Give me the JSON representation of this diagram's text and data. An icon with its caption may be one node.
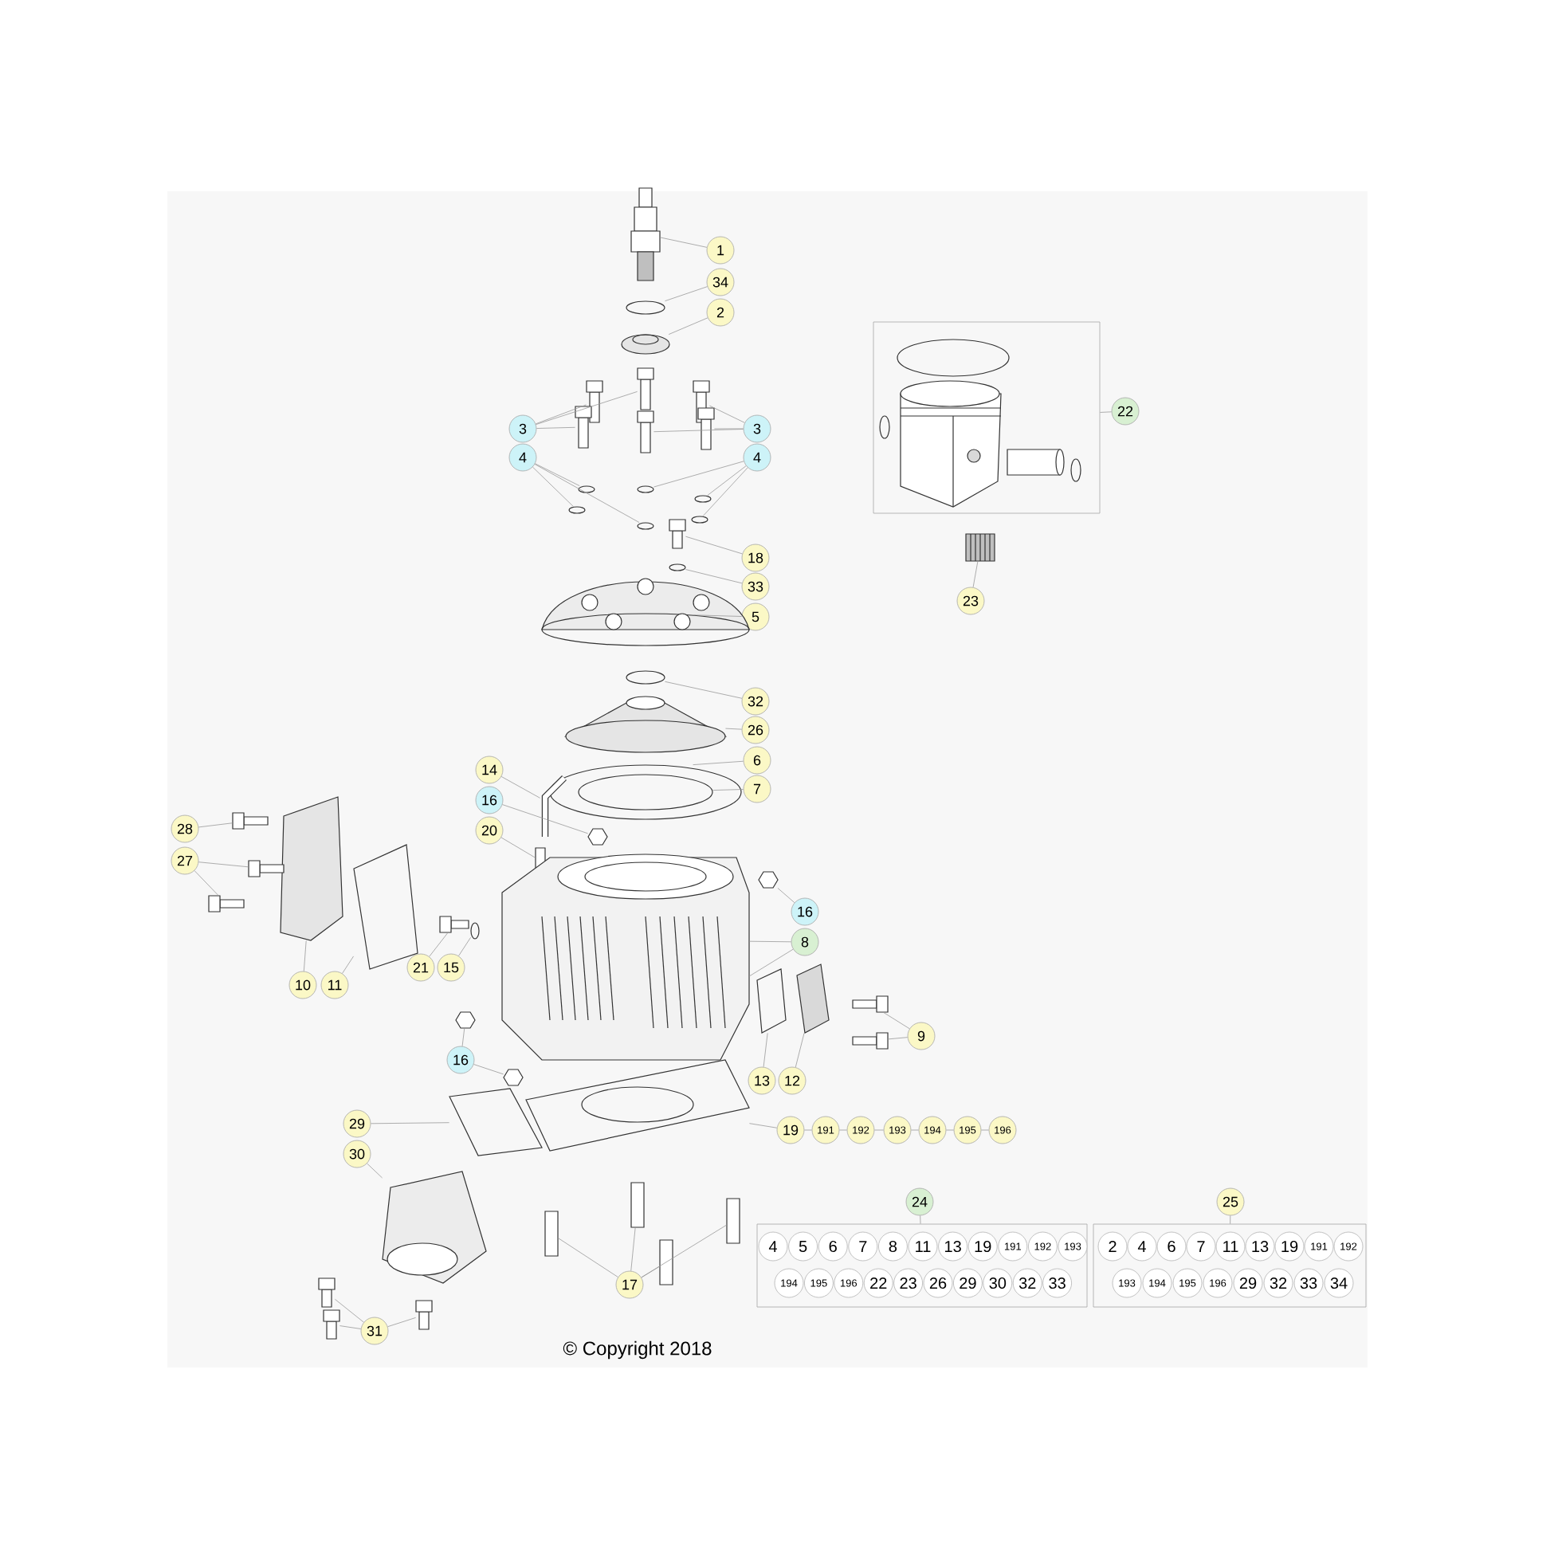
{
  "diagram": {
    "nodes": [
      {
        "text": [
          "1"
        ]
      },
      {
        "text": [
          "34"
        ]
      },
      {
        "text": [
          "2"
        ]
      },
      {
        "text": [],
        "shape": "box"
      },
      {
        "text": [
          "22"
        ]
      },
      {
        "text": [
          "3"
        ]
      },
      {
        "text": [
          "3"
        ]
      },
      {
        "text": [
          "4"
        ]
      },
      {
        "text": [
          "4"
        ]
      },
      {
        "text": [
          "18"
        ]
      },
      {
        "text": [
          "33"
        ]
      },
      {
        "text": [
          "23"
        ]
      },
      {
        "text": [
          "5"
        ]
      },
      {
        "text": [
          "32"
        ]
      },
      {
        "text": [
          "26"
        ]
      },
      {
        "text": [
          "6"
        ]
      },
      {
        "text": [
          "14"
        ]
      },
      {
        "text": [
          "7"
        ]
      },
      {
        "text": [
          "16"
        ]
      },
      {
        "text": [
          "28"
        ]
      },
      {
        "text": [
          "20"
        ]
      },
      {
        "text": [
          "27"
        ]
      },
      {
        "text": [
          "16"
        ]
      },
      {
        "text": [
          "8"
        ]
      },
      {
        "text": [
          "21"
        ]
      },
      {
        "text": [
          "15"
        ]
      },
      {
        "text": [
          "10"
        ]
      },
      {
        "text": [
          "11"
        ]
      },
      {
        "text": [
          "9"
        ]
      },
      {
        "text": [
          "16"
        ]
      },
      {
        "text": [
          "13"
        ]
      },
      {
        "text": [
          "12"
        ]
      },
      {
        "text": [
          "29"
        ]
      },
      {
        "text": [
          "19"
        ]
      },
      {
        "text": [
          "191"
        ]
      },
      {
        "text": [
          "192"
        ]
      },
      {
        "text": [
          "193"
        ]
      },
      {
        "text": [
          "194"
        ]
      },
      {
        "text": [
          "195"
        ]
      },
      {
        "text": [
          "196"
        ]
      },
      {
        "text": [
          "30"
        ]
      },
      {
        "text": [
          "24"
        ]
      },
      {
        "text": [
          "25"
        ]
      },
      {
        "text": [],
        "shape": "box"
      },
      {
        "text": [
          "4"
        ],
        "in": 43
      },
      {
        "text": [
          "5"
        ],
        "in": 43
      },
      {
        "text": [
          "6"
        ],
        "in": 43
      },
      {
        "text": [
          "7"
        ],
        "in": 43
      },
      {
        "text": [
          "8"
        ],
        "in": 43
      },
      {
        "text": [
          "11"
        ],
        "in": 43
      },
      {
        "text": [
          "13"
        ],
        "in": 43
      },
      {
        "text": [
          "19"
        ],
        "in": 43
      },
      {
        "text": [
          "191"
        ],
        "in": 43
      },
      {
        "text": [
          "192"
        ],
        "in": 43
      },
      {
        "text": [
          "193"
        ],
        "in": 43
      },
      {
        "text": [
          "194"
        ],
        "in": 43
      },
      {
        "text": [
          "195"
        ],
        "in": 43
      },
      {
        "text": [
          "196"
        ],
        "in": 43
      },
      {
        "text": [
          "22"
        ],
        "in": 43
      },
      {
        "text": [
          "23"
        ],
        "in": 43
      },
      {
        "text": [
          "26"
        ],
        "in": 43
      },
      {
        "text": [
          "29"
        ],
        "in": 43
      },
      {
        "text": [
          "30"
        ],
        "in": 43
      },
      {
        "text": [
          "32"
        ],
        "in": 43
      },
      {
        "text": [
          "33"
        ],
        "in": 43
      },
      {
        "text": [],
        "shape": "box"
      },
      {
        "text": [
          "2"
        ],
        "in": 65
      },
      {
        "text": [
          "4"
        ],
        "in": 65
      },
      {
        "text": [
          "6"
        ],
        "in": 65
      },
      {
        "text": [
          "7"
        ],
        "in": 65
      },
      {
        "text": [
          "11"
        ],
        "in": 65
      },
      {
        "text": [
          "13"
        ],
        "in": 65
      },
      {
        "text": [
          "19"
        ],
        "in": 65
      },
      {
        "text": [
          "191"
        ],
        "in": 65
      },
      {
        "text": [
          "192"
        ],
        "in": 65
      },
      {
        "text": [
          "193"
        ],
        "in": 65
      },
      {
        "text": [
          "194"
        ],
        "in": 65
      },
      {
        "text": [
          "195"
        ],
        "in": 65
      },
      {
        "text": [
          "196"
        ],
        "in": 65
      },
      {
        "text": [
          "29"
        ],
        "in": 65
      },
      {
        "text": [
          "32"
        ],
        "in": 65
      },
      {
        "text": [
          "33"
        ],
        "in": 65
      },
      {
        "text": [
          "34"
        ],
        "in": 65
      },
      {
        "text": [
          "17"
        ]
      },
      {
        "text": [
          "31"
        ]
      },
      {
        "text": [],
        "shape": "picture"
      },
      {
        "text": [],
        "shape": "ellipse"
      },
      {
        "text": [],
        "shape": "picture"
      },
      {
        "text": [],
        "shape": "picture"
      },
      {
        "text": [],
        "shape": "picture"
      },
      {
        "text": [],
        "shape": "picture"
      },
      {
        "text": [],
        "shape": "picture"
      },
      {
        "text": [],
        "shape": "picture"
      },
      {
        "text": [],
        "shape": "picture"
      },
      {
        "text": [],
        "shape": "ellipse"
      },
      {
        "text": [],
        "shape": "ellipse"
      },
      {
        "text": [],
        "shape": "ellipse"
      },
      {
        "text": [],
        "shape": "ellipse"
      },
      {
        "text": [],
        "shape": "ellipse"
      },
      {
        "text": [],
        "shape": "ellipse"
      },
      {
        "text": [],
        "shape": "picture"
      },
      {
        "text": [],
        "shape": "ellipse"
      },
      {
        "text": [],
        "shape": "picture"
      },
      {
        "text": [],
        "shape": "ellipse"
      },
      {
        "text": [],
        "shape": "picture"
      },
      {
        "text": [],
        "shape": "ellipse"
      },
      {
        "text": [],
        "shape": "ellipse",
        "in": 105
      },
      {
        "text": [],
        "shape": "picture"
      },
      {
        "text": [],
        "shape": "picture"
      },
      {
        "text": [],
        "shape": "bar"
      },
      {
        "text": [],
        "shape": "picture"
      },
      {
        "text": [],
        "shape": "picture"
      },
      {
        "text": [],
        "shape": "picture"
      },
      {
        "text": [],
        "shape": "picture"
      },
      {
        "text": [],
        "shape": "picture"
      },
      {
        "text": [],
        "shape": "picture"
      },
      {
        "text": [],
        "shape": "picture"
      },
      {
        "text": [],
        "shape": "picture"
      },
      {
        "text": [],
        "shape": "ellipse"
      },
      {
        "text": [],
        "shape": "picture"
      },
      {
        "text": [],
        "shape": "picture"
      },
      {
        "text": [],
        "shape": "picture"
      },
      {
        "text": [],
        "shape": "picture"
      },
      {
        "text": [],
        "shape": "picture"
      },
      {
        "text": [],
        "shape": "picture"
      },
      {
        "text": [],
        "shape": "picture"
      },
      {
        "text": [],
        "shape": "picture"
      },
      {
        "text": [],
        "shape": "picture"
      },
      {
        "text": [],
        "shape": "picture"
      },
      {
        "text": [],
        "shape": "picture"
      },
      {
        "text": [],
        "shape": "picture"
      },
      {
        "text": [],
        "shape": "bar"
      },
      {
        "text": [],
        "shape": "bar"
      },
      {
        "text": [],
        "shape": "bar"
      },
      {
        "text": [],
        "shape": "bar"
      },
      {
        "text": [],
        "shape": "ellipse",
        "in": 3
      },
      {
        "text": [],
        "shape": "picture",
        "in": 3
      },
      {
        "text": [],
        "shape": "cylinder",
        "in": 3
      },
      {
        "text": [],
        "shape": "ellipse",
        "in": 3
      },
      {
        "text": [],
        "shape": "ellipse",
        "in": 3
      },
      {
        "text": [],
        "shape": "picture"
      }
    ],
    "edges": [
      {
        "from": 0,
        "to": 85,
        "arrow": "none"
      },
      {
        "from": 1,
        "to": 86,
        "arrow": "none"
      },
      {
        "from": 2,
        "to": 87,
        "arrow": "none"
      },
      {
        "from": 5,
        "to": 88,
        "arrow": "none"
      },
      {
        "from": 5,
        "to": 89,
        "arrow": "none"
      },
      {
        "from": 5,
        "to": 90,
        "arrow": "none"
      },
      {
        "from": 6,
        "to": 92,
        "arrow": "none"
      },
      {
        "from": 6,
        "to": 93,
        "arrow": "none"
      },
      {
        "from": 6,
        "to": 91,
        "arrow": "none"
      },
      {
        "from": 7,
        "to": 94,
        "arrow": "none"
      },
      {
        "from": 7,
        "to": 95,
        "arrow": "none"
      },
      {
        "from": 7,
        "to": 96,
        "arrow": "none"
      },
      {
        "from": 8,
        "to": 97,
        "arrow": "none"
      },
      {
        "from": 8,
        "to": 98,
        "arrow": "none"
      },
      {
        "from": 8,
        "to": 99,
        "arrow": "none"
      },
      {
        "from": 9,
        "to": 100,
        "arrow": "none"
      },
      {
        "from": 10,
        "to": 101,
        "arrow": "none"
      },
      {
        "from": 12,
        "to": 102,
        "arrow": "none"
      },
      {
        "from": 13,
        "to": 103,
        "arrow": "none"
      },
      {
        "from": 14,
        "to": 104,
        "arrow": "none"
      },
      {
        "from": 15,
        "to": 105,
        "arrow": "none"
      },
      {
        "from": 17,
        "to": 106,
        "arrow": "none"
      },
      {
        "from": 16,
        "to": 107,
        "arrow": "none"
      },
      {
        "from": 18,
        "to": 108,
        "arrow": "none"
      },
      {
        "from": 20,
        "to": 109,
        "arrow": "none"
      },
      {
        "from": 19,
        "to": 114,
        "arrow": "none"
      },
      {
        "from": 21,
        "to": 115,
        "arrow": "none"
      },
      {
        "from": 21,
        "to": 116,
        "arrow": "none"
      },
      {
        "from": 26,
        "to": 112,
        "arrow": "none"
      },
      {
        "from": 27,
        "to": 113,
        "arrow": "none"
      },
      {
        "from": 24,
        "to": 117,
        "arrow": "none"
      },
      {
        "from": 25,
        "to": 118,
        "arrow": "none"
      },
      {
        "from": 22,
        "to": 111,
        "arrow": "none"
      },
      {
        "from": 23,
        "to": 110,
        "arrow": "none"
      },
      {
        "from": 23,
        "to": 110,
        "arrow": "none"
      },
      {
        "from": 28,
        "to": 121,
        "arrow": "none"
      },
      {
        "from": 28,
        "to": 122,
        "arrow": "none"
      },
      {
        "from": 30,
        "to": 119,
        "arrow": "none"
      },
      {
        "from": 31,
        "to": 120,
        "arrow": "none"
      },
      {
        "from": 29,
        "to": 123,
        "arrow": "none"
      },
      {
        "from": 29,
        "to": 124,
        "arrow": "none"
      },
      {
        "from": 33,
        "to": 125,
        "arrow": "none"
      },
      {
        "from": 33,
        "to": 34,
        "arrow": "none"
      },
      {
        "from": 34,
        "to": 35,
        "arrow": "none"
      },
      {
        "from": 35,
        "to": 36,
        "arrow": "none"
      },
      {
        "from": 36,
        "to": 37,
        "arrow": "none"
      },
      {
        "from": 37,
        "to": 38,
        "arrow": "none"
      },
      {
        "from": 38,
        "to": 39,
        "arrow": "none"
      },
      {
        "from": 32,
        "to": 126,
        "arrow": "none"
      },
      {
        "from": 40,
        "to": 127,
        "arrow": "none"
      },
      {
        "from": 84,
        "to": 128,
        "arrow": "none"
      },
      {
        "from": 84,
        "to": 129,
        "arrow": "none"
      },
      {
        "from": 84,
        "to": 130,
        "arrow": "none"
      },
      {
        "from": 83,
        "to": 131,
        "arrow": "none"
      },
      {
        "from": 83,
        "to": 132,
        "arrow": "none"
      },
      {
        "from": 83,
        "to": 133,
        "arrow": "none"
      },
      {
        "from": 83,
        "to": 134,
        "arrow": "none"
      },
      {
        "from": 4,
        "to": 3,
        "arrow": "none"
      },
      {
        "from": 11,
        "to": 140,
        "arrow": "none"
      },
      {
        "from": 41,
        "to": 43,
        "arrow": "none"
      },
      {
        "from": 42,
        "to": 65,
        "arrow": "none"
      }
    ],
    "labels": [
      "© Copyright 2018"
    ]
  }
}
